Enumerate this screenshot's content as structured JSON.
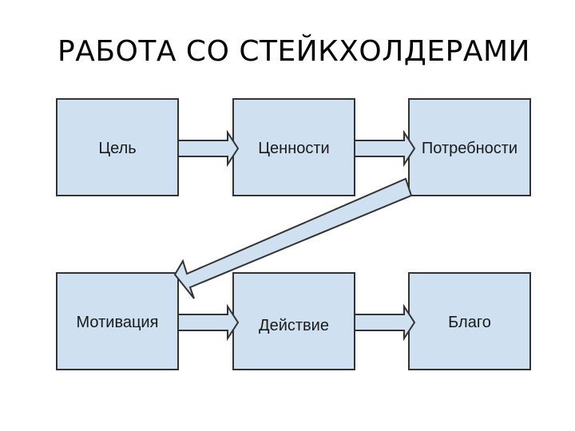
{
  "title": "РАБОТА СО СТЕЙКХОЛДЕРАМИ",
  "colors": {
    "box_fill": "#cfe0f1",
    "box_stroke": "#333333",
    "arrow_fill": "#cfe0f1",
    "arrow_stroke": "#333333"
  },
  "diagram": {
    "boxes": [
      {
        "id": "goal",
        "label": "Цель"
      },
      {
        "id": "values",
        "label": "Ценности"
      },
      {
        "id": "needs",
        "label": "Потребности"
      },
      {
        "id": "motivation",
        "label": "Мотивация"
      },
      {
        "id": "action",
        "label": "Действие"
      },
      {
        "id": "benefit",
        "label": "Благо"
      }
    ],
    "arrows": [
      {
        "from": "goal",
        "to": "values"
      },
      {
        "from": "values",
        "to": "needs"
      },
      {
        "from": "needs",
        "to": "motivation"
      },
      {
        "from": "motivation",
        "to": "action"
      },
      {
        "from": "action",
        "to": "benefit"
      }
    ]
  }
}
